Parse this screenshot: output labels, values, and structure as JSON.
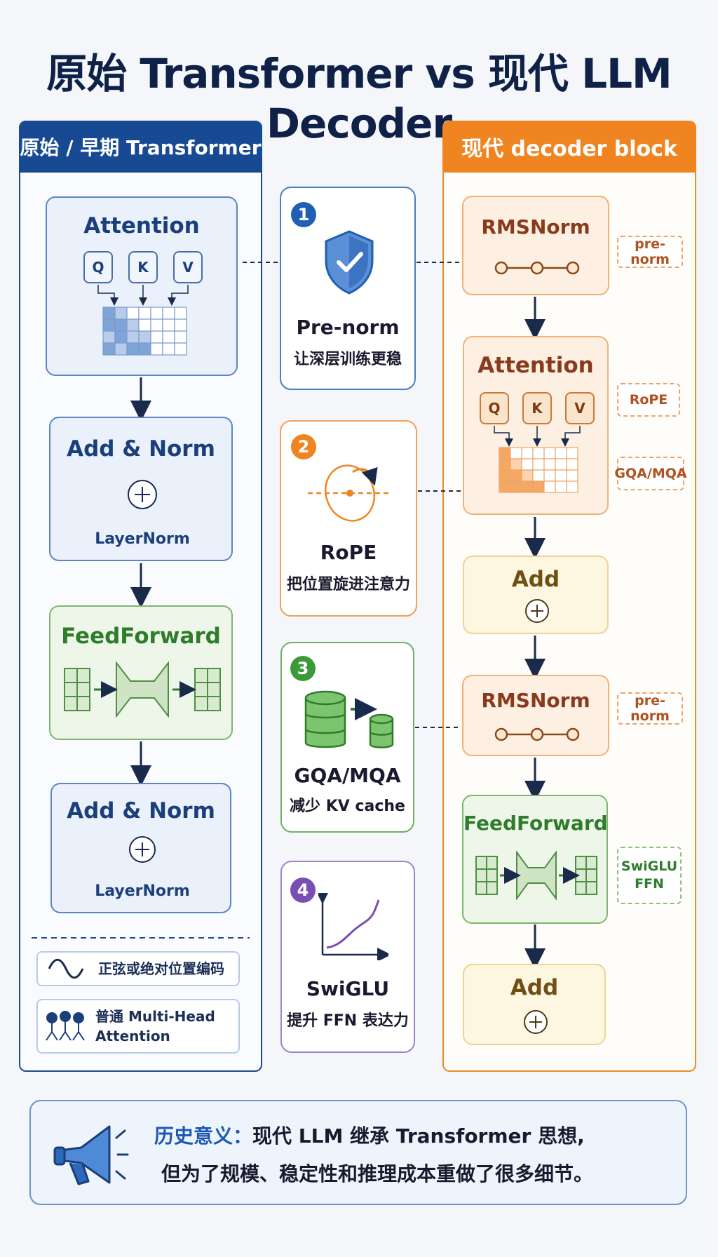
{
  "title": "原始 Transformer vs 现代 LLM Decoder",
  "left": {
    "header": "原始 / 早期 Transformer",
    "attention": {
      "title": "Attention",
      "q": "Q",
      "k": "K",
      "v": "V"
    },
    "addnorm1": {
      "title": "Add & Norm",
      "sub": "LayerNorm"
    },
    "feedforward": {
      "title": "FeedForward"
    },
    "addnorm2": {
      "title": "Add & Norm",
      "sub": "LayerNorm"
    },
    "legend": [
      {
        "icon": "sine-wave-icon",
        "text": "正弦或绝对位置编码"
      },
      {
        "icon": "multi-head-icon",
        "text_line1": "普通 Multi-Head",
        "text_line2": "Attention"
      }
    ]
  },
  "middle": {
    "cards": [
      {
        "num": "1",
        "title": "Pre-norm",
        "sub": "让深层训练更稳",
        "color": "#1f5fb4",
        "icon": "shield-check-icon"
      },
      {
        "num": "2",
        "title": "RoPE",
        "sub": "把位置旋进注意力",
        "color": "#ef8420",
        "icon": "rotation-icon"
      },
      {
        "num": "3",
        "title": "GQA/MQA",
        "sub": "减少 KV cache",
        "color": "#3d9a3a",
        "icon": "database-shrink-icon"
      },
      {
        "num": "4",
        "title": "SwiGLU",
        "sub": "提升 FFN 表达力",
        "color": "#7a4fb3",
        "icon": "curve-graph-icon"
      }
    ]
  },
  "right": {
    "header": "现代 decoder block",
    "rmsnorm1": {
      "title": "RMSNorm"
    },
    "attention": {
      "title": "Attention",
      "q": "Q",
      "k": "K",
      "v": "V"
    },
    "add1": {
      "title": "Add"
    },
    "rmsnorm2": {
      "title": "RMSNorm"
    },
    "feedforward": {
      "title": "FeedForward"
    },
    "add2": {
      "title": "Add"
    },
    "tags": {
      "prenorm1": "pre-norm",
      "rope": "RoPE",
      "gqa": "GQA/MQA",
      "prenorm2": "pre-norm",
      "swiglu_line1": "SwiGLU",
      "swiglu_line2": "FFN"
    }
  },
  "footer": {
    "label": "历史意义：",
    "line1": "现代 LLM 继承 Transformer 思想,",
    "line2": "但为了规模、稳定性和推理成本重做了很多细节。"
  },
  "colors": {
    "left_accent": "#184a94",
    "right_accent": "#ef8420",
    "green": "#3d9a3a",
    "purple": "#7a4fb3"
  }
}
